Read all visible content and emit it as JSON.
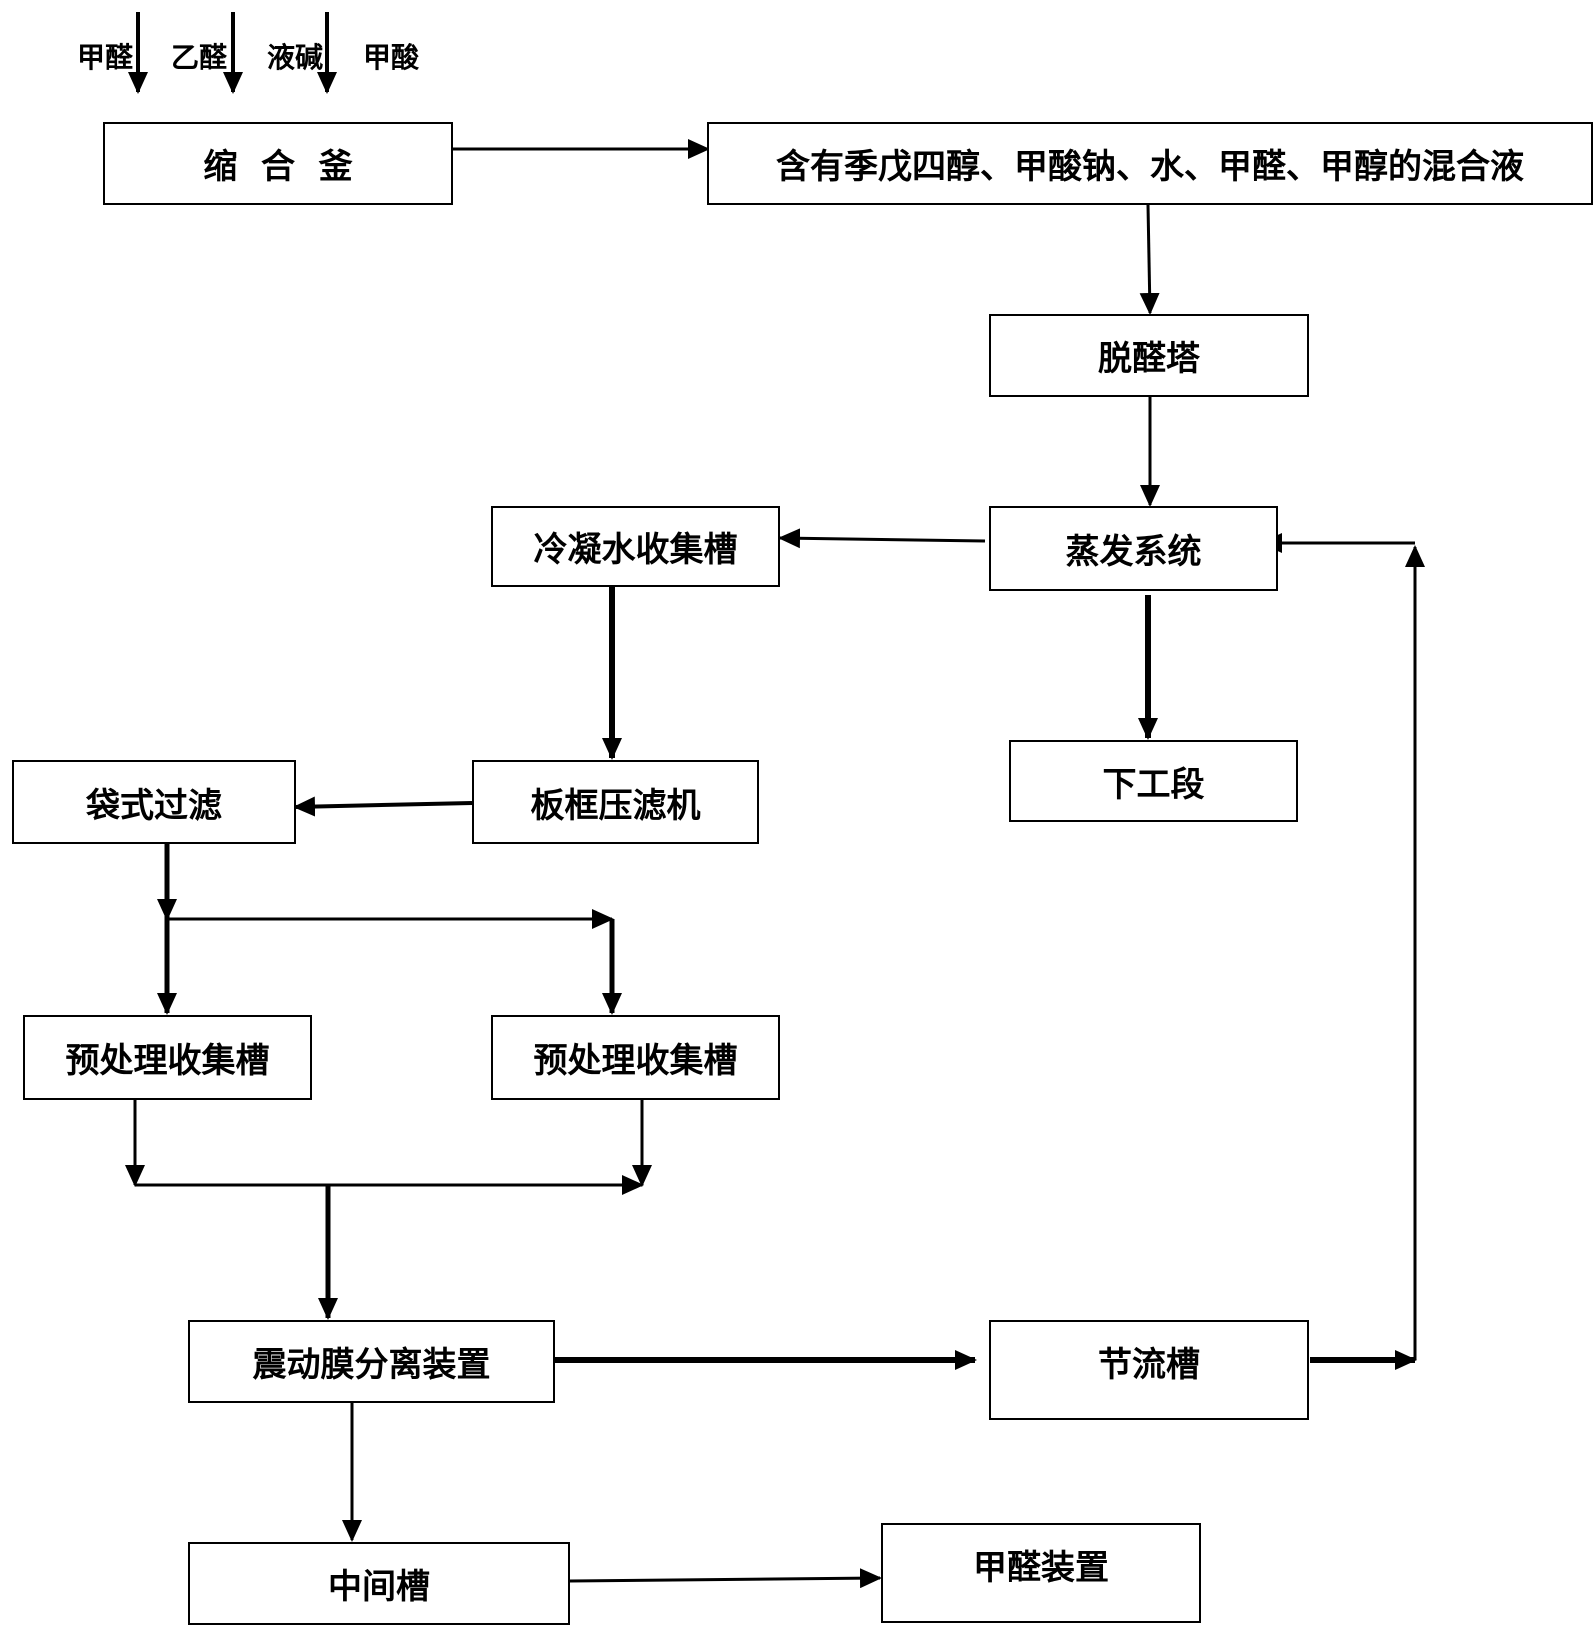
{
  "inputs": [
    "甲醛",
    "乙醛",
    "液碱",
    "甲酸"
  ],
  "nodes": {
    "condensation_kettle": "缩  合  釜",
    "mixture": "含有季戊四醇、甲酸钠、水、甲醛、甲醇的混合液",
    "dealdehyde_tower": "脱醛塔",
    "evaporation_system": "蒸发系统",
    "condensate_tank": "冷凝水收集槽",
    "next_section": "下工段",
    "plate_frame_filter": "板框压滤机",
    "bag_filter": "袋式过滤",
    "pretreat_tank_1": "预处理收集槽",
    "pretreat_tank_2": "预处理收集槽",
    "membrane_separator": "震动膜分离装置",
    "throttle_tank": "节流槽",
    "intermediate_tank": "中间槽",
    "formaldehyde_unit": "甲醛装置"
  }
}
